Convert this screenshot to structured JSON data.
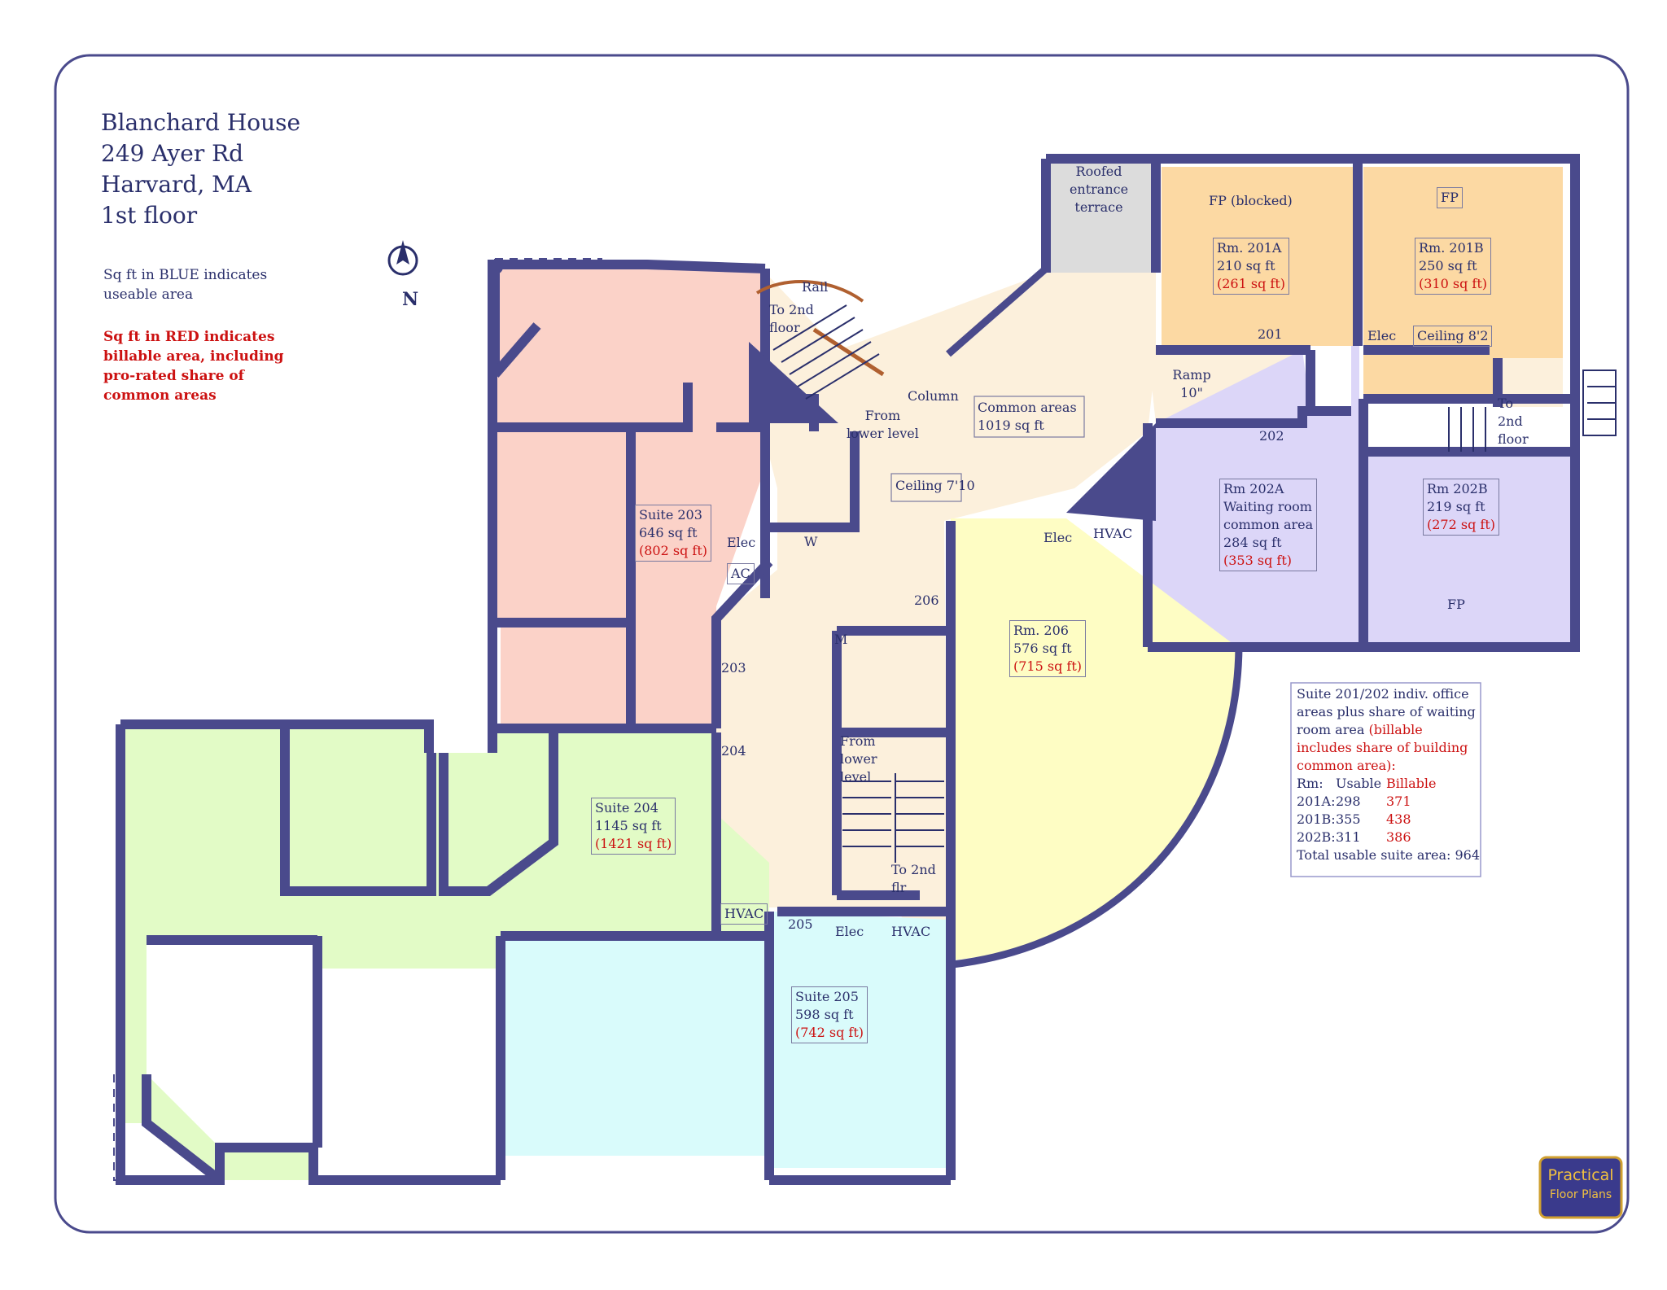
{
  "header": {
    "title_line1": "Blanchard House",
    "title_line2": "249 Ayer Rd",
    "title_line3": "Harvard, MA",
    "title_line4": "1st floor"
  },
  "legend": {
    "blue_line1": "Sq ft in BLUE indicates",
    "blue_line2": "useable area",
    "red_line1": "Sq ft in RED indicates",
    "red_line2": "billable area, including",
    "red_line3": "pro-rated share of",
    "red_line4": "common areas"
  },
  "compass": {
    "label": "N",
    "icon": "compass-icon"
  },
  "rooms": {
    "rm201a": {
      "name": "Rm. 201A",
      "usable": "210 sq ft",
      "billable": "(261 sq ft)"
    },
    "rm201b": {
      "name": "Rm. 201B",
      "usable": "250 sq ft",
      "billable": "(310 sq ft)"
    },
    "rm202a": {
      "name": "Rm 202A",
      "sub1": "Waiting room",
      "sub2": "common area",
      "usable": "284 sq ft",
      "billable": "(353 sq ft)"
    },
    "rm202b": {
      "name": "Rm 202B",
      "usable": "219 sq ft",
      "billable": "(272 sq ft)"
    },
    "suite203": {
      "name": "Suite 203",
      "usable": "646 sq ft",
      "billable": "(802 sq ft)"
    },
    "suite204": {
      "name": "Suite 204",
      "usable": "1145 sq ft",
      "billable": "(1421 sq ft)"
    },
    "suite205": {
      "name": "Suite 205",
      "usable": "598 sq ft",
      "billable": "(742 sq ft)"
    },
    "rm206": {
      "name": "Rm. 206",
      "usable": "576 sq ft",
      "billable": "(715 sq ft)"
    },
    "common": {
      "name": "Common areas",
      "usable": "1019 sq ft"
    }
  },
  "labels": {
    "roofed1": "Roofed",
    "roofed2": "entrance",
    "roofed3": "terrace",
    "fp_blocked": "FP (blocked)",
    "fp": "FP",
    "elec": "Elec",
    "ceiling82": "Ceiling 8'2",
    "ceiling710": "Ceiling 7'10",
    "ramp": "Ramp",
    "ramp_h": "10\"",
    "to2nd_floor_a": "To",
    "to2nd_floor_b": "2nd",
    "to2nd_floor_c": "floor",
    "rail": "Rail",
    "to2ndfloor1": "To 2nd",
    "to2ndfloor2": "floor",
    "column": "Column",
    "fromlower1": "From",
    "fromlower2": "lower level",
    "fromlower_b1": "From",
    "fromlower_b2": "lower",
    "fromlower_b3": "level",
    "to2ndflr1": "To 2nd",
    "to2ndflr2": "flr",
    "hvac": "HVAC",
    "ac": "AC",
    "w": "W",
    "m": "M",
    "d201": "201",
    "d202": "202",
    "d203": "203",
    "d204": "204",
    "d205": "205",
    "d206": "206"
  },
  "suite_table": {
    "intro1": "Suite 201/202 indiv. office",
    "intro2": "areas plus share of waiting",
    "intro3a": "room area ",
    "intro3b": "(billable",
    "intro4": "includes share of building",
    "intro5": "common area):",
    "col_rm": "Rm:",
    "col_usable": "Usable",
    "col_billable": "Billable",
    "rows": [
      {
        "rm": "201A:",
        "usable": "298",
        "billable": "371"
      },
      {
        "rm": "201B:",
        "usable": "355",
        "billable": "438"
      },
      {
        "rm": "202B:",
        "usable": "311",
        "billable": "386"
      }
    ],
    "total": "Total usable suite area: 964"
  },
  "logo": {
    "line1": "Practical",
    "line2": "Floor Plans"
  },
  "colors": {
    "wall": "#4a4a8c",
    "suite201": "#fcd9a3",
    "suite202": "#dcd6f8",
    "suite203": "#fbd2c8",
    "suite204": "#e2fbc6",
    "suite205": "#d9fbfb",
    "rm206": "#fefdc4",
    "common": "#fcf0dc",
    "terrace": "#dcdcdc",
    "text_blue": "#2a2f6b",
    "text_red": "#cc1111"
  }
}
